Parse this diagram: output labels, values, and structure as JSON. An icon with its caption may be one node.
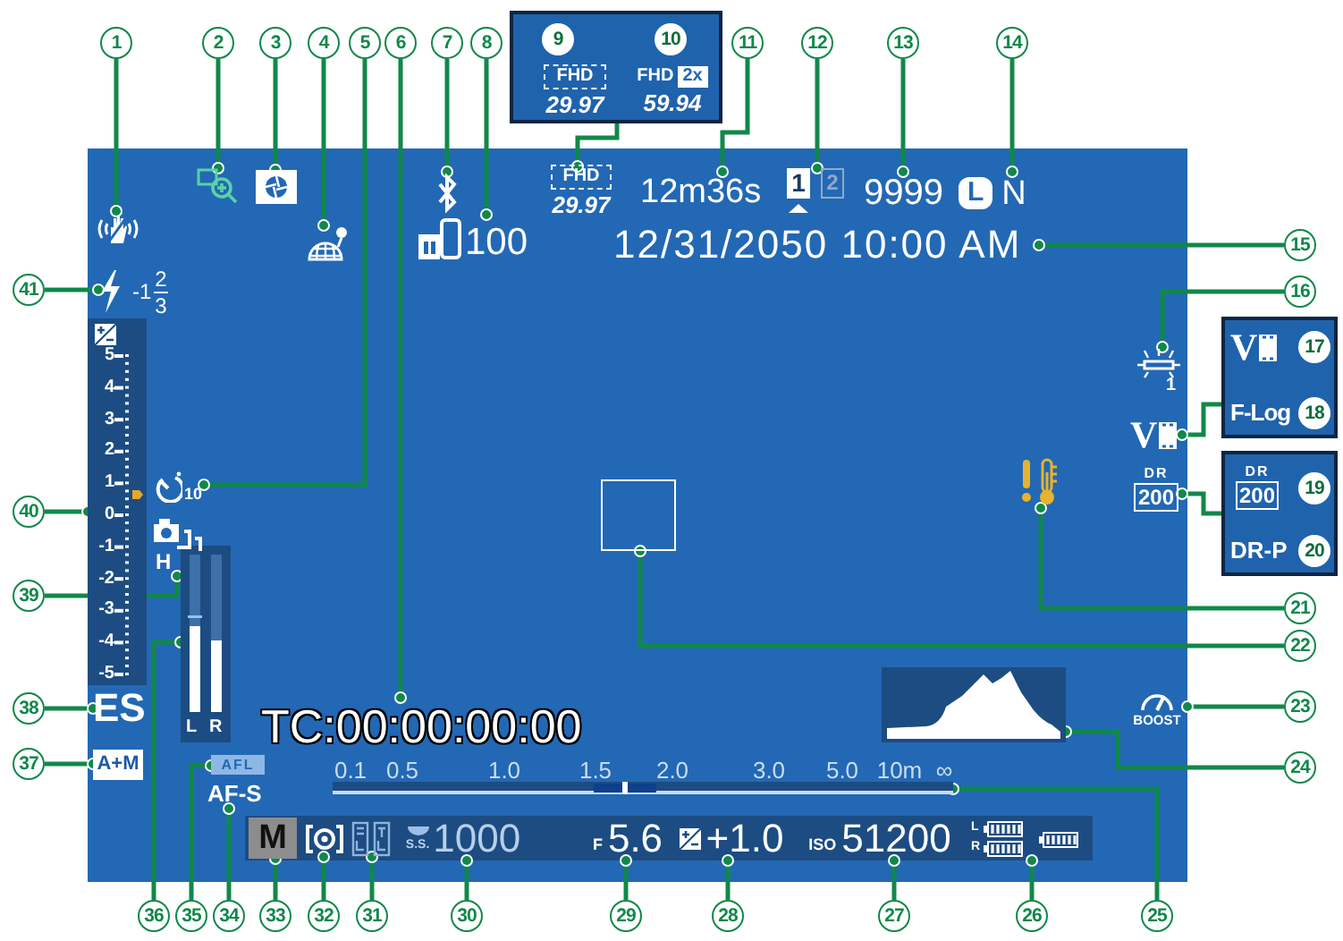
{
  "diagram": {
    "nodes": [
      {
        "text": [],
        "shape": "box"
      },
      {
        "text": [
          "1"
        ]
      },
      {
        "text": [],
        "shape": "icon",
        "in": 0
      },
      {
        "text": [
          "2"
        ]
      },
      {
        "text": [],
        "shape": "icon",
        "in": 0
      },
      {
        "text": [
          "3"
        ]
      },
      {
        "text": [],
        "shape": "icon",
        "in": 0
      },
      {
        "text": [
          "4"
        ]
      },
      {
        "text": [],
        "shape": "icon",
        "in": 0
      },
      {
        "text": [
          "5"
        ]
      },
      {
        "text": [
          "10"
        ],
        "in": 0
      },
      {
        "text": [
          "6"
        ]
      },
      {
        "text": [
          "TC:00:00:00:00"
        ],
        "in": 0
      },
      {
        "text": [
          "7"
        ]
      },
      {
        "text": [],
        "shape": "icon",
        "in": 0
      },
      {
        "text": [
          "8"
        ]
      },
      {
        "text": [
          "100"
        ],
        "in": 0
      },
      {
        "text": [],
        "shape": "box"
      },
      {
        "text": [
          "9"
        ],
        "in": 17
      },
      {
        "text": [
          "FHD",
          "29.97"
        ],
        "in": 17
      },
      {
        "text": [
          "10"
        ],
        "in": 17
      },
      {
        "text": [
          "FHD",
          "2x",
          "59.94"
        ],
        "in": 17
      },
      {
        "text": [
          "FHD",
          "29.97"
        ],
        "in": 0
      },
      {
        "text": [
          "11"
        ]
      },
      {
        "text": [
          "12m36s"
        ],
        "in": 0
      },
      {
        "text": [
          "12"
        ]
      },
      {
        "text": [
          "1",
          "2"
        ],
        "in": 0
      },
      {
        "text": [
          "13"
        ]
      },
      {
        "text": [
          "9999"
        ],
        "in": 0
      },
      {
        "text": [
          "14"
        ]
      },
      {
        "text": [
          "L",
          "N"
        ],
        "in": 0
      },
      {
        "text": [
          "15"
        ]
      },
      {
        "text": [
          "12/31/2050 10:00 AM"
        ],
        "in": 0
      },
      {
        "text": [
          "16"
        ]
      },
      {
        "text": [
          "1"
        ],
        "in": 0
      },
      {
        "text": [],
        "shape": "box"
      },
      {
        "text": [
          "V"
        ],
        "in": 35
      },
      {
        "text": [
          "17"
        ],
        "in": 35
      },
      {
        "text": [
          "F-Log"
        ],
        "in": 35
      },
      {
        "text": [
          "18"
        ],
        "in": 35
      },
      {
        "text": [
          "V"
        ],
        "in": 0
      },
      {
        "text": [],
        "shape": "box"
      },
      {
        "text": [
          "DR",
          "200"
        ],
        "in": 41
      },
      {
        "text": [
          "19"
        ],
        "in": 41
      },
      {
        "text": [
          "DR-P"
        ],
        "in": 41
      },
      {
        "text": [
          "20"
        ],
        "in": 41
      },
      {
        "text": [
          "DR",
          "200"
        ],
        "in": 0
      },
      {
        "text": [
          "21"
        ]
      },
      {
        "text": [],
        "shape": "icon",
        "in": 0
      },
      {
        "text": [
          "22"
        ]
      },
      {
        "text": [],
        "shape": "box",
        "in": 0
      },
      {
        "text": [
          "23"
        ]
      },
      {
        "text": [
          "BOOST"
        ],
        "in": 0
      },
      {
        "text": [
          "24"
        ]
      },
      {
        "text": [],
        "shape": "chart",
        "in": 0
      },
      {
        "text": [
          "25"
        ]
      },
      {
        "text": [],
        "shape": "bar",
        "in": 0,
        "beside": [
          "0.1",
          "0.5",
          "1.0",
          "1.5",
          "2.0",
          "3.0",
          "5.0",
          "10m",
          "∞"
        ]
      },
      {
        "text": [
          "26"
        ]
      },
      {
        "text": [
          "L",
          "R"
        ],
        "in": 0
      },
      {
        "text": [
          "27"
        ]
      },
      {
        "text": [
          "ISO",
          "51200"
        ],
        "in": 0
      },
      {
        "text": [
          "28"
        ]
      },
      {
        "text": [
          "+1.0"
        ],
        "in": 0
      },
      {
        "text": [
          "29"
        ]
      },
      {
        "text": [
          "F",
          "5.6"
        ],
        "in": 0
      },
      {
        "text": [
          "30"
        ]
      },
      {
        "text": [
          "S.S.",
          "1000"
        ],
        "in": 0
      },
      {
        "text": [
          "31"
        ]
      },
      {
        "text": [],
        "shape": "icon",
        "in": 0
      },
      {
        "text": [
          "32"
        ]
      },
      {
        "text": [],
        "shape": "icon",
        "in": 0
      },
      {
        "text": [
          "33"
        ]
      },
      {
        "text": [
          "M"
        ],
        "in": 0
      },
      {
        "text": [
          "34"
        ]
      },
      {
        "text": [
          "AF-S"
        ],
        "in": 0
      },
      {
        "text": [
          "35"
        ]
      },
      {
        "text": [
          "AFL"
        ],
        "in": 0
      },
      {
        "text": [
          "36"
        ]
      },
      {
        "text": [
          "L",
          "R"
        ],
        "in": 0
      },
      {
        "text": [
          "37"
        ]
      },
      {
        "text": [
          "A+M"
        ],
        "in": 0
      },
      {
        "text": [
          "38"
        ]
      },
      {
        "text": [
          "ES"
        ],
        "in": 0
      },
      {
        "text": [
          "39"
        ]
      },
      {
        "text": [
          "H"
        ],
        "in": 0
      },
      {
        "text": [
          "40"
        ]
      },
      {
        "text": [
          "5",
          "4",
          "3",
          "2",
          "1",
          "0",
          "-1",
          "-2",
          "-3",
          "-4",
          "-5"
        ],
        "in": 0
      },
      {
        "text": [
          "41"
        ]
      },
      {
        "text": [
          "-1",
          "2",
          "3"
        ],
        "in": 0
      }
    ],
    "edges": [
      {
        "from": 1,
        "to": 2,
        "arrow": "other"
      },
      {
        "from": 3,
        "to": 4,
        "arrow": "other"
      },
      {
        "from": 5,
        "to": 6,
        "arrow": "other"
      },
      {
        "from": 7,
        "to": 8,
        "arrow": "other"
      },
      {
        "from": 9,
        "to": 10,
        "arrow": "other"
      },
      {
        "from": 11,
        "to": 12,
        "arrow": "other"
      },
      {
        "from": 13,
        "to": 14,
        "arrow": "other"
      },
      {
        "from": 15,
        "to": 16,
        "arrow": "other"
      },
      {
        "from": 17,
        "to": 22,
        "arrow": "other"
      },
      {
        "from": 23,
        "to": 24,
        "arrow": "other"
      },
      {
        "from": 25,
        "to": 26,
        "arrow": "other"
      },
      {
        "from": 27,
        "to": 28,
        "arrow": "other"
      },
      {
        "from": 29,
        "to": 30,
        "arrow": "other"
      },
      {
        "from": 31,
        "to": 32,
        "arrow": "other"
      },
      {
        "from": 33,
        "to": 34,
        "arrow": "other"
      },
      {
        "from": 35,
        "to": 40,
        "arrow": "other"
      },
      {
        "from": 41,
        "to": 46,
        "arrow": "other"
      },
      {
        "from": 47,
        "to": 48,
        "arrow": "other"
      },
      {
        "from": 49,
        "to": 50,
        "arrow": "other"
      },
      {
        "from": 51,
        "to": 52,
        "arrow": "other"
      },
      {
        "from": 53,
        "to": 54,
        "arrow": "other"
      },
      {
        "from": 55,
        "to": 56,
        "arrow": "other"
      },
      {
        "from": 57,
        "to": 58,
        "arrow": "other"
      },
      {
        "from": 59,
        "to": 60,
        "arrow": "other"
      },
      {
        "from": 61,
        "to": 62,
        "arrow": "other"
      },
      {
        "from": 63,
        "to": 64,
        "arrow": "other"
      },
      {
        "from": 65,
        "to": 66,
        "arrow": "other"
      },
      {
        "from": 67,
        "to": 68,
        "arrow": "other"
      },
      {
        "from": 69,
        "to": 70,
        "arrow": "other"
      },
      {
        "from": 71,
        "to": 72,
        "arrow": "other"
      },
      {
        "from": 73,
        "to": 74,
        "arrow": "other"
      },
      {
        "from": 75,
        "to": 76,
        "arrow": "other"
      },
      {
        "from": 77,
        "to": 78,
        "arrow": "other"
      },
      {
        "from": 79,
        "to": 80,
        "arrow": "other"
      },
      {
        "from": 81,
        "to": 82,
        "arrow": "other"
      },
      {
        "from": 83,
        "to": 84,
        "arrow": "other"
      },
      {
        "from": 85,
        "to": 86,
        "arrow": "other"
      },
      {
        "from": 87,
        "to": 88,
        "arrow": "other"
      }
    ]
  }
}
